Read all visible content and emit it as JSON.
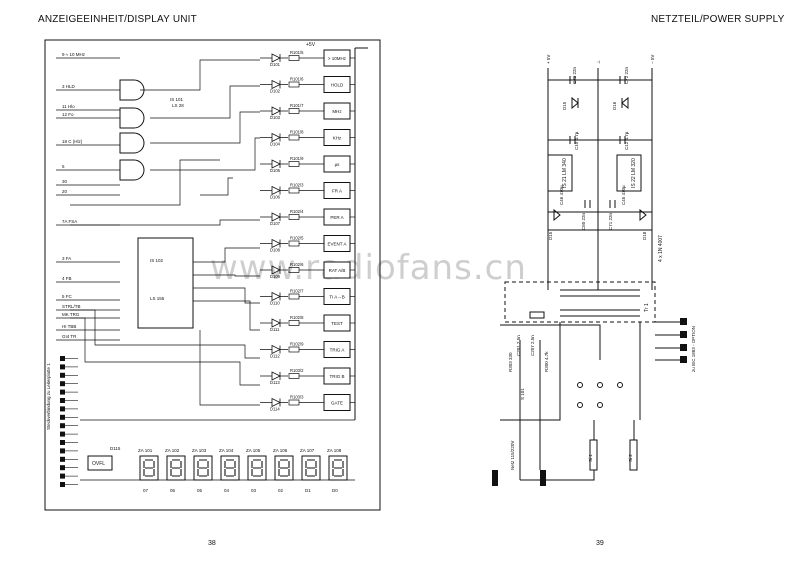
{
  "left_title": "ANZEIGEEINHEIT/DISPLAY UNIT",
  "right_title": "NETZTEIL/POWER SUPPLY",
  "left_page": "38",
  "right_page": "39",
  "watermark": "www.radiofans.cn",
  "display": {
    "supply": "+5V",
    "inputs": [
      "9 ≈ 10 MHz",
      "3 HLD",
      "11 Hlo",
      "12 Fo",
      "18 C (Hlz)",
      "6",
      "30",
      "20",
      "7A FSA",
      "3 FA",
      "4 FB",
      "5 FC",
      "STRL/TB",
      "MK TRG",
      "HI TBB",
      "GI4 TR"
    ],
    "leds": [
      "D101",
      "D102",
      "D103",
      "D104",
      "D105",
      "D106",
      "D107",
      "D108",
      "D109",
      "D110",
      "D111",
      "D112",
      "D113",
      "D114"
    ],
    "resistors": [
      "R101/5",
      "R101/6",
      "R101/7",
      "R101/8",
      "R101/9",
      "R102/3",
      "R102/4",
      "R102/5",
      "R102/6",
      "R102/7",
      "R102/8",
      "R102/9",
      "R103/2",
      "R103/3",
      "R104/2"
    ],
    "boxes": [
      "> 10MHz",
      "HOLD",
      "MHz",
      "KHz",
      "µs",
      "FR A",
      "PER A",
      "EVENT A",
      "RAT A/B",
      "TI A→B",
      "TEST",
      "TRIG A",
      "TRIG B",
      "GATE"
    ],
    "ic1_label": "IS 101",
    "ic1_type": "LS 28",
    "ic2_label": "IS 102",
    "ic2_type": "LS 155",
    "digits": [
      "ZA 101",
      "ZA 102",
      "ZA 103",
      "ZA 104",
      "ZA 105",
      "ZA 106",
      "ZA 107",
      "ZA 108"
    ],
    "digit_lines": [
      "07",
      "06",
      "05",
      "04",
      "03",
      "02",
      "D1",
      "D0"
    ],
    "ovfl": "OVFL",
    "led_ovfl": "D115",
    "side_label": "Steckverbindung zu Leiterplatte 1"
  },
  "power": {
    "rails": [
      "+ 5V",
      "⊥",
      "− 5V"
    ],
    "caps": [
      "C70 22n",
      "C72 22n",
      "C10 4.7µ",
      "C12 4.7µ",
      "C46 470µ",
      "C45 470µ",
      "C60 22n",
      "C71 22n"
    ],
    "diodes": [
      "D15",
      "D16",
      "D18"
    ],
    "regs": [
      "IS 21 LM 340",
      "IS 22 LM 320"
    ],
    "bridge": "4 x 1N 4007",
    "transformer": "Tr 1",
    "resistors": [
      "R303 330",
      "R300 4.7k"
    ],
    "caps2": [
      "C201 2.5n",
      "C207 2.5n"
    ],
    "switch": "S 101",
    "fuses": [
      "Si 1",
      "Si 2"
    ],
    "mains": "Netz 115/220V",
    "option": "zu IEC 1883 - OPTION"
  }
}
